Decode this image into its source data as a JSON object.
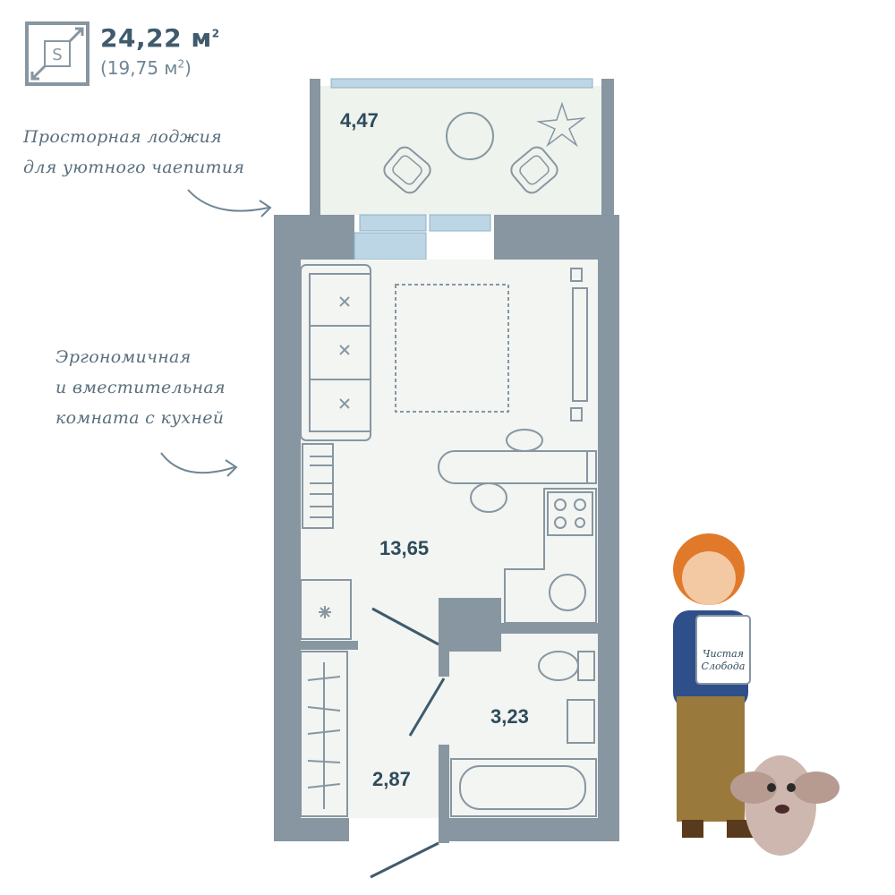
{
  "header": {
    "badge_letter": "S",
    "total_area": "24,22 м",
    "total_area_sup": "2",
    "living_area_open": "(19,75 м",
    "living_area_sup": "2",
    "living_area_close": ")"
  },
  "notes": [
    {
      "lines": [
        "Просторная лоджия",
        "для уютного чаепития"
      ]
    },
    {
      "lines": [
        "Эргономичная",
        "и вместительная",
        "комната с кухней"
      ]
    }
  ],
  "rooms": {
    "loggia": "4,47",
    "main_room": "13,65",
    "bathroom": "3,23",
    "hallway": "2,87"
  },
  "mascot": {
    "sign_lines": [
      "Чистая",
      "Слобода"
    ]
  },
  "colors": {
    "wall": "#8796a1",
    "floor": "#f2f5f2",
    "window": "#bcd6e6",
    "text_dark": "#2f4b5a",
    "accent_orange": "#e07a2a"
  }
}
